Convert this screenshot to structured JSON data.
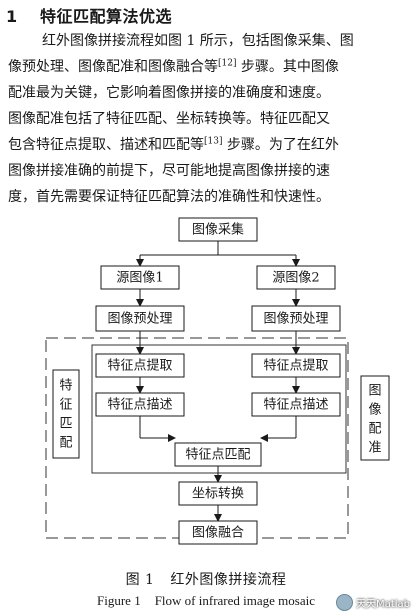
{
  "heading": {
    "number": "1",
    "title": "特征匹配算法优选"
  },
  "paragraph": {
    "line1": "红外图像拼接流程如图 1 所示，包括图像采集、图",
    "line2a": "像预处理、图像配准和图像融合等",
    "ref1": "[12]",
    "line2b": " 步骤。其中图像",
    "line3": "配准最为关键，它影响着图像拼接的准确度和速度。",
    "line4": "图像配准包括了特征匹配、坐标转换等。特征匹配又",
    "line5a": "包含特征点提取、描述和匹配等",
    "ref2": "[13]",
    "line5b": " 步骤。为了在红外",
    "line6": "图像拼接准确的前提下，尽可能地提高图像拼接的速",
    "line7": "度，首先需要保证特征匹配算法的准确性和快速性。"
  },
  "flowchart": {
    "acquire": "图像采集",
    "source1": "源图像1",
    "source2": "源图像2",
    "preprocess_left": "图像预处理",
    "preprocess_right": "图像预处理",
    "extract_left": "特征点提取",
    "extract_right": "特征点提取",
    "describe_left": "特征点描述",
    "describe_right": "特征点描述",
    "match": "特征点匹配",
    "transform": "坐标转换",
    "fusion": "图像融合",
    "side_left": [
      "特",
      "征",
      "匹",
      "配"
    ],
    "side_right": [
      "图",
      "像",
      "配",
      "准"
    ]
  },
  "caption": {
    "cn_label": "图 1",
    "cn_title": "红外图像拼接流程",
    "en_label": "Figure 1",
    "en_title": "Flow of infrared image mosaic"
  },
  "watermark": {
    "text": "天天Matlab"
  }
}
